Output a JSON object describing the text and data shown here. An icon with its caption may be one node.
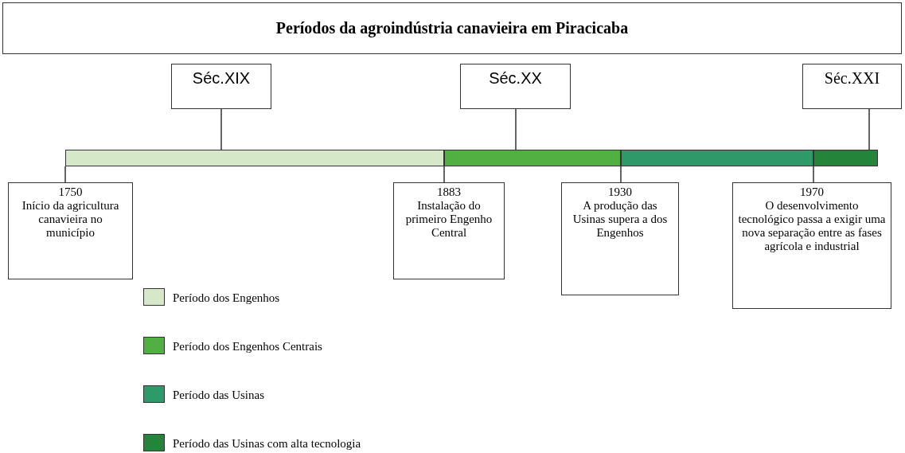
{
  "diagram": {
    "title": "Períodos da agroindústria canavieira em Piracicaba",
    "nodes": [
      {
        "text": [
          "Séc.XIX"
        ]
      },
      {
        "text": [
          "Séc.XX"
        ]
      },
      {
        "text": [
          "Séc.XXI"
        ]
      },
      {
        "text": [],
        "shape": "bar"
      },
      {
        "text": [],
        "shape": "bar"
      },
      {
        "text": [],
        "shape": "bar"
      },
      {
        "text": [],
        "shape": "bar"
      },
      {
        "text": [
          "1750",
          "Início da agricultura canavieira no município"
        ]
      },
      {
        "text": [
          "1883",
          "Instalação do primeiro Engenho Central"
        ]
      },
      {
        "text": [
          "1930",
          "A produção das Usinas supera a dos Engenhos"
        ]
      },
      {
        "text": [
          "1970",
          "O desenvolvimento tecnológico passa a exigir uma nova separação entre as fases agrícola e industrial"
        ]
      }
    ],
    "edges": [
      {
        "from": 0,
        "to": 3,
        "arrow": "none"
      },
      {
        "from": 1,
        "to": 4,
        "arrow": "none"
      },
      {
        "from": 2,
        "to": 6,
        "arrow": "none"
      },
      {
        "from": 7,
        "to": 3,
        "arrow": "none"
      },
      {
        "from": 8,
        "to": 4,
        "arrow": "none"
      },
      {
        "from": 9,
        "to": 5,
        "arrow": "none"
      },
      {
        "from": 10,
        "to": 6,
        "arrow": "none"
      }
    ],
    "legend": [
      {
        "text": "Período dos Engenhos",
        "color": "#d5e8c8"
      },
      {
        "text": "Período dos Engenhos Centrais",
        "color": "#52b043"
      },
      {
        "text": "Período das Usinas",
        "color": "#2e9a6a"
      },
      {
        "text": "Período das Usinas com alta tecnologia",
        "color": "#24853a"
      }
    ]
  }
}
